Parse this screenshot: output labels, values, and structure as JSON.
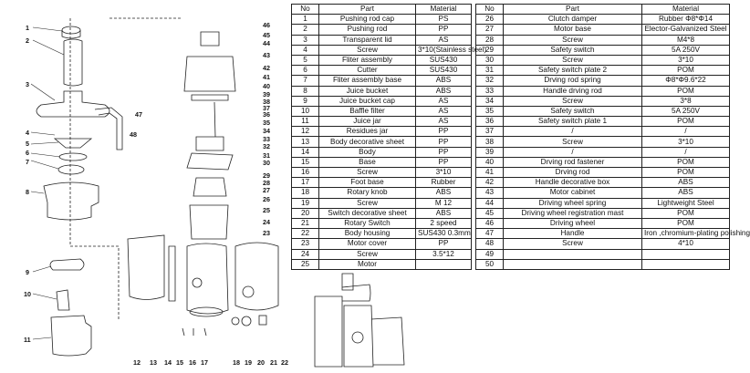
{
  "table_headers": {
    "no": "No",
    "part": "Part",
    "material": "Material"
  },
  "left_table": [
    {
      "no": "1",
      "part": "Pushing rod cap",
      "material": "PS"
    },
    {
      "no": "2",
      "part": "Pushing rod",
      "material": "PP"
    },
    {
      "no": "3",
      "part": "Transparent lid",
      "material": "AS"
    },
    {
      "no": "4",
      "part": "Screw",
      "material": "3*10(Stainless steel)"
    },
    {
      "no": "5",
      "part": "Fliter assembly",
      "material": "SUS430"
    },
    {
      "no": "6",
      "part": "Cutter",
      "material": "SUS430"
    },
    {
      "no": "7",
      "part": "Fliter assembly base",
      "material": "ABS"
    },
    {
      "no": "8",
      "part": "Juice bucket",
      "material": "ABS"
    },
    {
      "no": "9",
      "part": "Juice bucket cap",
      "material": "AS"
    },
    {
      "no": "10",
      "part": "Baffle filter",
      "material": "AS"
    },
    {
      "no": "11",
      "part": "Juice jar",
      "material": "AS"
    },
    {
      "no": "12",
      "part": "Residues jar",
      "material": "PP"
    },
    {
      "no": "13",
      "part": "Body decorative sheet",
      "material": "PP"
    },
    {
      "no": "14",
      "part": "Body",
      "material": "PP"
    },
    {
      "no": "15",
      "part": "Base",
      "material": "PP"
    },
    {
      "no": "16",
      "part": "Screw",
      "material": "3*10"
    },
    {
      "no": "17",
      "part": "Foot base",
      "material": "Rubber"
    },
    {
      "no": "18",
      "part": "Rotary knob",
      "material": "ABS"
    },
    {
      "no": "19",
      "part": "Screw",
      "material": "M 12"
    },
    {
      "no": "20",
      "part": "Switch decorative sheet",
      "material": "ABS"
    },
    {
      "no": "21",
      "part": "Rotary Switch",
      "material": "2 speed"
    },
    {
      "no": "22",
      "part": "Body housing",
      "material": "SUS430  0.3mm"
    },
    {
      "no": "23",
      "part": "Motor cover",
      "material": "PP"
    },
    {
      "no": "24",
      "part": "Screw",
      "material": "3.5*12"
    },
    {
      "no": "25",
      "part": "Motor",
      "material": ""
    }
  ],
  "right_table": [
    {
      "no": "26",
      "part": "Clutch damper",
      "material": "Rubber Φ8*Φ14"
    },
    {
      "no": "27",
      "part": "Motor base",
      "material": "Elector-Galvanized Steel"
    },
    {
      "no": "28",
      "part": "Screw",
      "material": "M4*8"
    },
    {
      "no": "29",
      "part": "Safety switch",
      "material": "5A 250V"
    },
    {
      "no": "30",
      "part": "Screw",
      "material": "3*10"
    },
    {
      "no": "31",
      "part": "Safety switch plate 2",
      "material": "POM"
    },
    {
      "no": "32",
      "part": "Drving rod spring",
      "material": "Φ8*Φ9.6*22"
    },
    {
      "no": "33",
      "part": "Handle drving rod",
      "material": "POM"
    },
    {
      "no": "34",
      "part": "Screw",
      "material": "3*8"
    },
    {
      "no": "35",
      "part": "Safety switch",
      "material": "5A  250V"
    },
    {
      "no": "36",
      "part": "Safety switch plate 1",
      "material": "POM"
    },
    {
      "no": "37",
      "part": "/",
      "material": "/"
    },
    {
      "no": "38",
      "part": "Screw",
      "material": "3*10"
    },
    {
      "no": "39",
      "part": "/",
      "material": "/"
    },
    {
      "no": "40",
      "part": "Drving rod  fastener",
      "material": "POM"
    },
    {
      "no": "41",
      "part": "Drving rod",
      "material": "POM"
    },
    {
      "no": "42",
      "part": "Handle decorative box",
      "material": "ABS"
    },
    {
      "no": "43",
      "part": "Motor cabinet",
      "material": "ABS"
    },
    {
      "no": "44",
      "part": "Driving wheel spring",
      "material": "Lightweight Steel"
    },
    {
      "no": "45",
      "part": "Driving wheel registration mast",
      "material": "POM"
    },
    {
      "no": "46",
      "part": "Driving wheel",
      "material": "POM"
    },
    {
      "no": "47",
      "part": "Handle",
      "material": "Iron ,chromium-plating polishing"
    },
    {
      "no": "48",
      "part": "Screw",
      "material": "4*10"
    },
    {
      "no": "49",
      "part": "",
      "material": ""
    },
    {
      "no": "50",
      "part": "",
      "material": ""
    }
  ],
  "diagram_labels": {
    "left": [
      "1",
      "2",
      "3",
      "4",
      "5",
      "6",
      "7",
      "8",
      "9",
      "10",
      "11"
    ],
    "right": [
      "46",
      "45",
      "44",
      "43",
      "42",
      "41",
      "40",
      "39",
      "38",
      "37",
      "36",
      "35",
      "34",
      "33",
      "32",
      "31",
      "30",
      "29",
      "28",
      "27",
      "26",
      "25",
      "24",
      "23"
    ],
    "middle": [
      "47",
      "48"
    ],
    "bottom": [
      "12",
      "13",
      "14",
      "15",
      "16",
      "17",
      "18",
      "19",
      "20",
      "21",
      "22"
    ]
  }
}
